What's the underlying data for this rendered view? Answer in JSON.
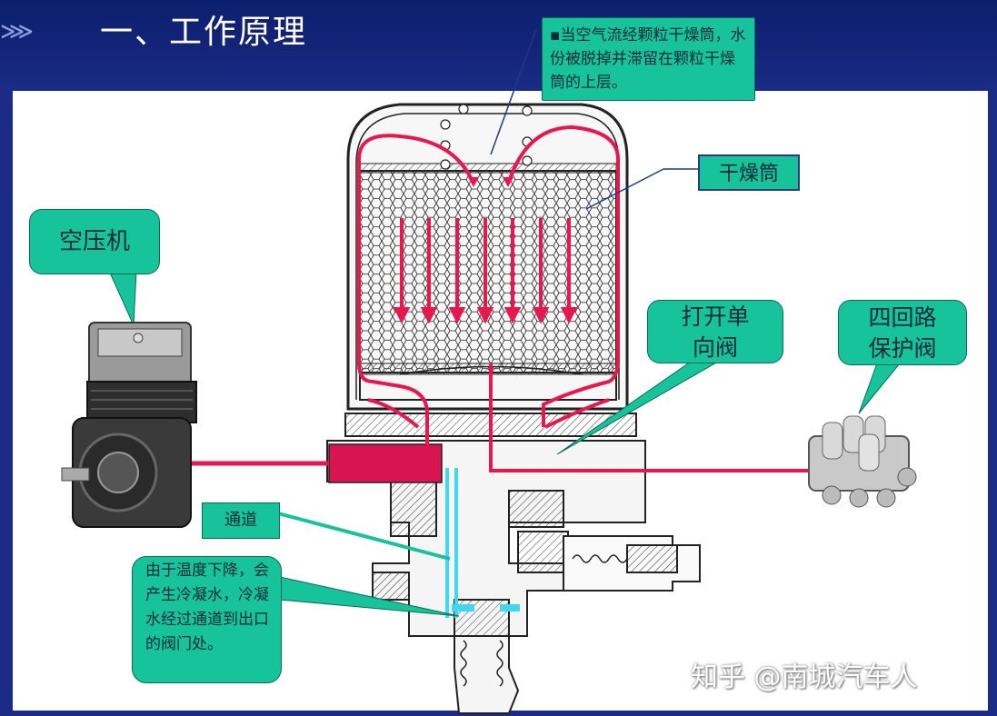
{
  "header": {
    "title": "一、工作原理"
  },
  "callouts": {
    "top_note": "▪当空气流经颗粒干燥筒，水份被脱掉并滞留在颗粒干燥筒的上层。",
    "dryer": "干燥筒",
    "compressor": "空压机",
    "check_valve_line1": "打开单",
    "check_valve_line2": "向阀",
    "four_circuit_line1": "四回路",
    "four_circuit_line2": "保护阀",
    "channel": "通道",
    "condensate": "由于温度下降，会产生冷凝水，冷凝水经过通道到出口的阀门处。"
  },
  "watermark": "知乎 @南城汽车人",
  "colors": {
    "header_bg": "#14257a",
    "callout_bg": "#17c39a",
    "airflow": "#e8184f",
    "channel": "#40d8f0"
  }
}
